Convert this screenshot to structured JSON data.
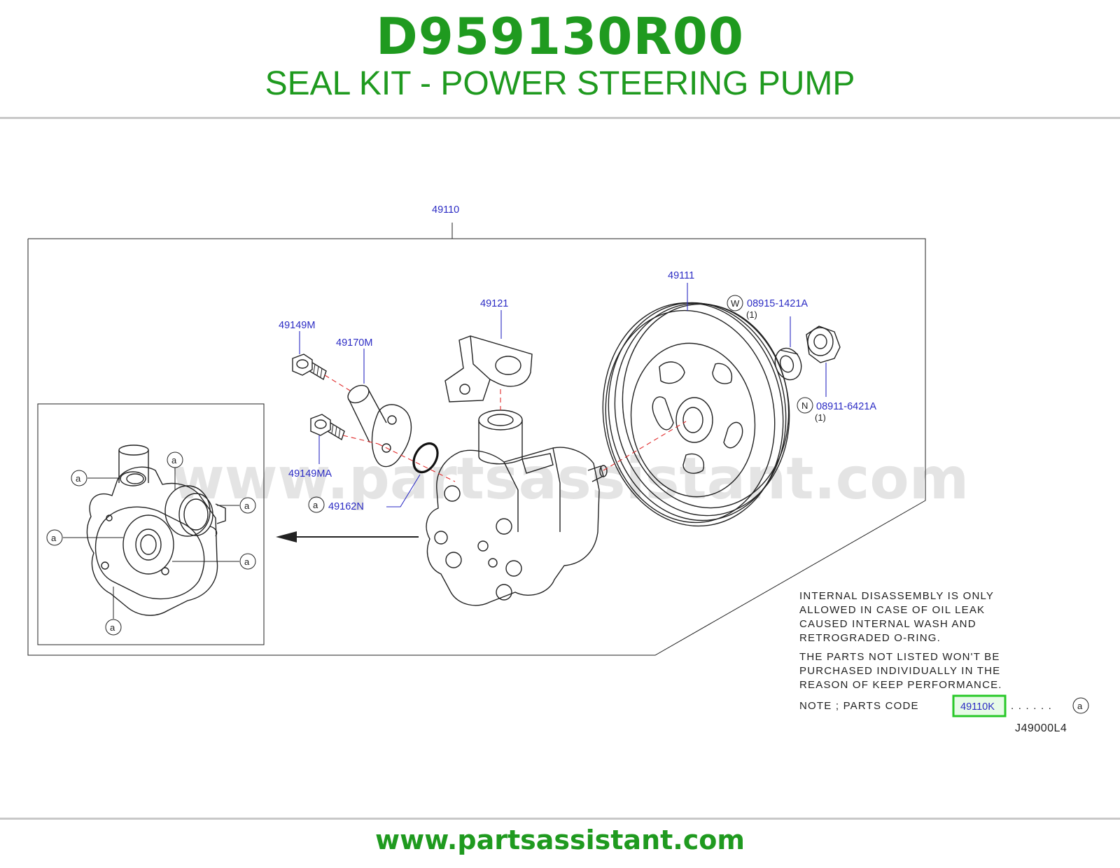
{
  "header": {
    "part_number": "D959130R00",
    "title": "SEAL KIT - POWER STEERING PUMP"
  },
  "diagram": {
    "callouts": {
      "c49110": "49110",
      "c49111": "49111",
      "c49121": "49121",
      "c49149m": "49149M",
      "c49170m": "49170M",
      "c49149ma": "49149MA",
      "c49162n": "49162N",
      "washer": "08915-1421A",
      "nut": "08911-6421A"
    },
    "quantities": {
      "washer": "(1)",
      "nut": "(1)"
    },
    "symbols": {
      "a": "a",
      "w": "W",
      "n": "N"
    },
    "notes": {
      "line1": "INTERNAL  DISASSEMBLY  IS  ONLY",
      "line2": "ALLOWED  IN  CASE  OF  OIL  LEAK",
      "line3": "CAUSED  INTERNAL  WASH  AND",
      "line4": "RETROGRADED  O-RING.",
      "line5": "THE  PARTS  NOT  LISTED  WON'T  BE",
      "line6": "PURCHASED  INDIVIDUALLY  IN  THE",
      "line7": "REASON  OF  KEEP  PERFORMANCE.",
      "parts_code_label": "NOTE  ;  PARTS  CODE",
      "parts_code": "49110K",
      "dots": ". . . . . .",
      "drawing_id": "J49000L4"
    },
    "watermark": "www.partsassistant.com",
    "highlight_color": "#28c828"
  },
  "footer": {
    "url": "www.partsassistant.com"
  }
}
